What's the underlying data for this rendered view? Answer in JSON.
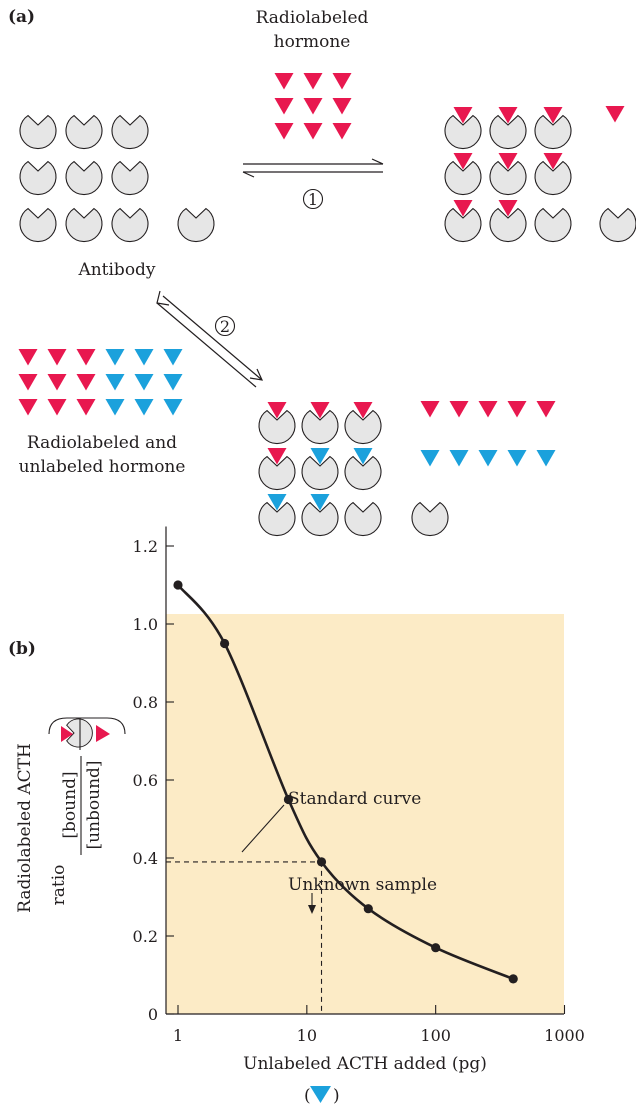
{
  "panel_a": {
    "label": "(a)",
    "hormone_label_line1": "Radiolabeled",
    "hormone_label_line2": "hormone",
    "antibody_label": "Antibody",
    "step1": "1",
    "step2": "2",
    "mixed_label_line1": "Radiolabeled and",
    "mixed_label_line2": "unlabeled hormone"
  },
  "colors": {
    "radiolabeled": "#e8184f",
    "unlabeled": "#1ba1dc",
    "antibody_fill": "#e6e6e6",
    "plot_background": "#fcebc6"
  },
  "panel_b": {
    "label": "(b)",
    "ylabel_line1": "Radiolabeled ACTH",
    "ylabel_ratio": "ratio",
    "ylabel_numerator": "[bound]",
    "ylabel_denominator": "[unbound]",
    "xlabel": "Unlabeled ACTH added (pg)",
    "curve_label": "Standard curve",
    "unknown_label": "Unknown sample"
  },
  "chart_data": {
    "type": "line",
    "x_scale": "log",
    "x": [
      1,
      2.3,
      7.2,
      13,
      30,
      100,
      400
    ],
    "y": [
      1.1,
      0.95,
      0.55,
      0.39,
      0.27,
      0.17,
      0.09
    ],
    "xlim": [
      1,
      1000
    ],
    "ylim": [
      0,
      1.25
    ],
    "x_ticks": [
      1,
      10,
      100,
      1000
    ],
    "x_tick_labels": [
      "1",
      "10",
      "100",
      "1000"
    ],
    "y_ticks": [
      0,
      0.2,
      0.4,
      0.6,
      0.8,
      1.0,
      1.2
    ],
    "y_tick_labels": [
      "0",
      "0.2",
      "0.4",
      "0.6",
      "0.8",
      "1.0",
      "1.2"
    ],
    "unknown_sample": {
      "x": 13,
      "y": 0.39
    },
    "grid": false
  }
}
